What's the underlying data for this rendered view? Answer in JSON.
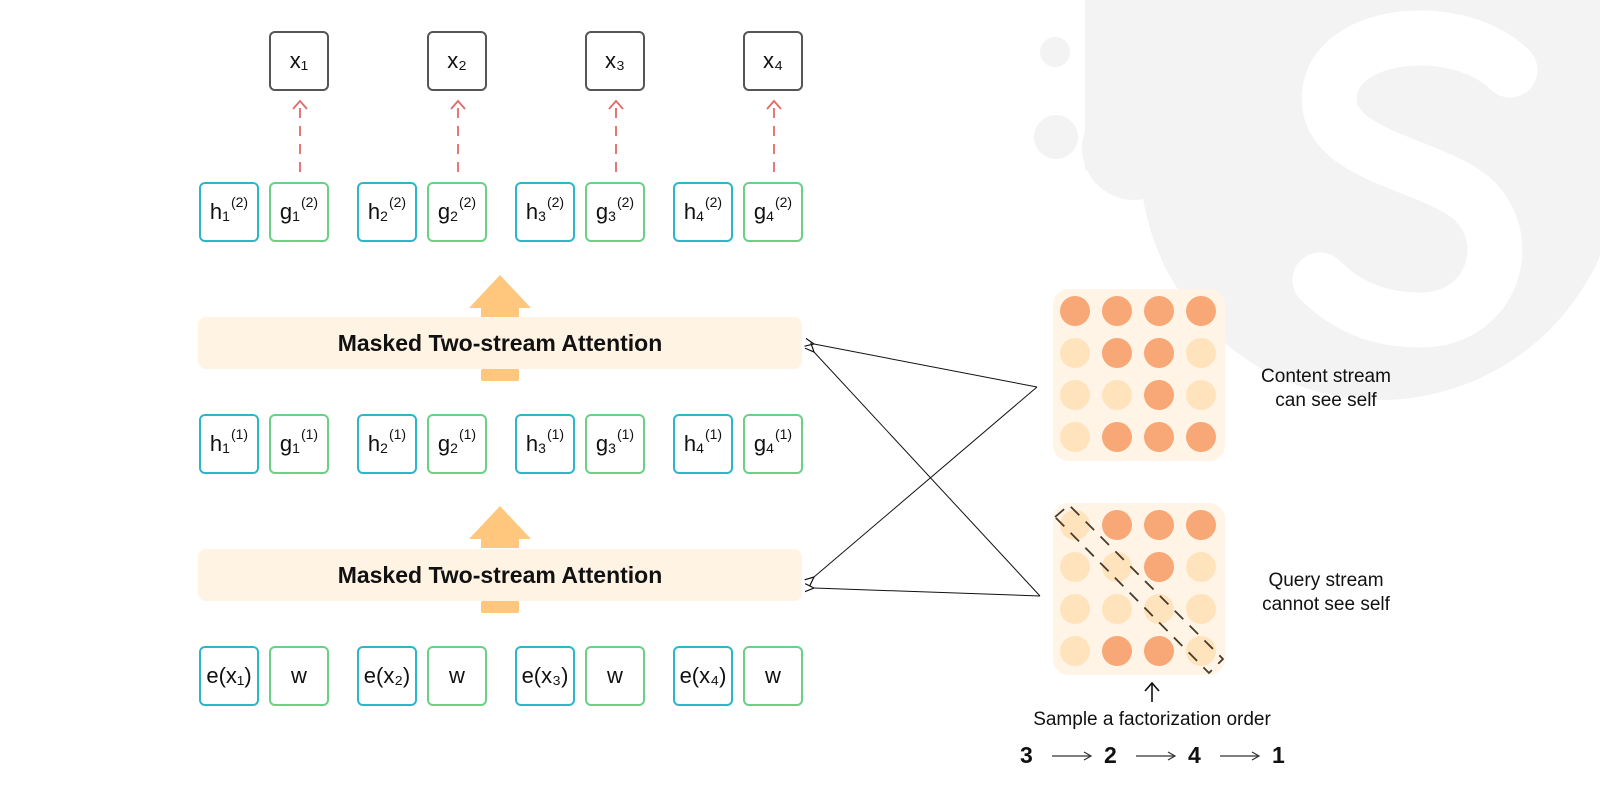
{
  "outputs": [
    "x₁",
    "x₂",
    "x₃",
    "x₄"
  ],
  "layer2": [
    {
      "h_base": "h",
      "h_sub": "1",
      "h_sup": "(2)",
      "g_base": "g",
      "g_sub": "1",
      "g_sup": "(2)"
    },
    {
      "h_base": "h",
      "h_sub": "2",
      "h_sup": "(2)",
      "g_base": "g",
      "g_sub": "2",
      "g_sup": "(2)"
    },
    {
      "h_base": "h",
      "h_sub": "3",
      "h_sup": "(2)",
      "g_base": "g",
      "g_sub": "3",
      "g_sup": "(2)"
    },
    {
      "h_base": "h",
      "h_sub": "4",
      "h_sup": "(2)",
      "g_base": "g",
      "g_sub": "4",
      "g_sup": "(2)"
    }
  ],
  "layer1": [
    {
      "h_base": "h",
      "h_sub": "1",
      "h_sup": "(1)",
      "g_base": "g",
      "g_sub": "1",
      "g_sup": "(1)"
    },
    {
      "h_base": "h",
      "h_sub": "2",
      "h_sup": "(1)",
      "g_base": "g",
      "g_sub": "2",
      "g_sup": "(1)"
    },
    {
      "h_base": "h",
      "h_sub": "3",
      "h_sup": "(1)",
      "g_base": "g",
      "g_sub": "3",
      "g_sup": "(1)"
    },
    {
      "h_base": "h",
      "h_sub": "4",
      "h_sup": "(1)",
      "g_base": "g",
      "g_sub": "4",
      "g_sup": "(1)"
    }
  ],
  "inputs": [
    {
      "e": "e(x₁)",
      "w": "w"
    },
    {
      "e": "e(x₂)",
      "w": "w"
    },
    {
      "e": "e(x₃)",
      "w": "w"
    },
    {
      "e": "e(x₄)",
      "w": "w"
    }
  ],
  "attention_top_label": "Masked Two-stream Attention",
  "attention_bottom_label": "Masked Two-stream Attention",
  "content_stream": {
    "label_line1": "Content stream",
    "label_line2": "can see self",
    "mask": [
      [
        1,
        1,
        1,
        1
      ],
      [
        0,
        1,
        1,
        0
      ],
      [
        0,
        0,
        1,
        0
      ],
      [
        0,
        1,
        1,
        1
      ]
    ]
  },
  "query_stream": {
    "label_line1": "Query stream",
    "label_line2": "cannot see self",
    "mask": [
      [
        0,
        1,
        1,
        1
      ],
      [
        0,
        0,
        1,
        0
      ],
      [
        0,
        0,
        0,
        0
      ],
      [
        0,
        1,
        1,
        0
      ]
    ]
  },
  "sample_label": "Sample a factorization order",
  "order": [
    "3",
    "2",
    "4",
    "1"
  ],
  "colors": {
    "h_border": "#2bb7c8",
    "g_border": "#6ccf86",
    "output_border": "#555555",
    "dashed_arrow": "#e26a6a",
    "up_arrow": "#ffc77d",
    "attn_bg": "#fff4e4",
    "dot_on": "#f8a777",
    "dot_off": "#ffe3bd",
    "grid_bg": "#fff4e6",
    "logo": "#f3f3f3"
  }
}
